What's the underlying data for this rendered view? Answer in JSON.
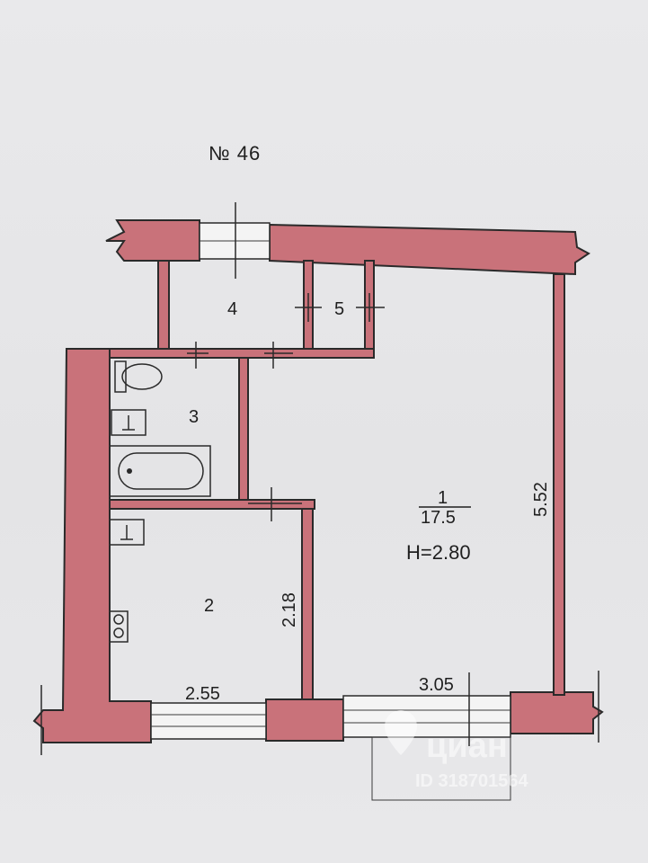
{
  "plan_number": "№ 46",
  "rooms": [
    {
      "number": "1",
      "area": "17.5",
      "height": "H=2.80"
    },
    {
      "number": "2"
    },
    {
      "number": "3"
    },
    {
      "number": "4"
    },
    {
      "number": "5"
    }
  ],
  "dimensions": {
    "room1_depth": "5.52",
    "room2_depth": "2.18",
    "room2_width": "2.55",
    "room1_width": "3.05"
  },
  "watermark": {
    "brand": "циан",
    "id": "ID 318701564"
  }
}
